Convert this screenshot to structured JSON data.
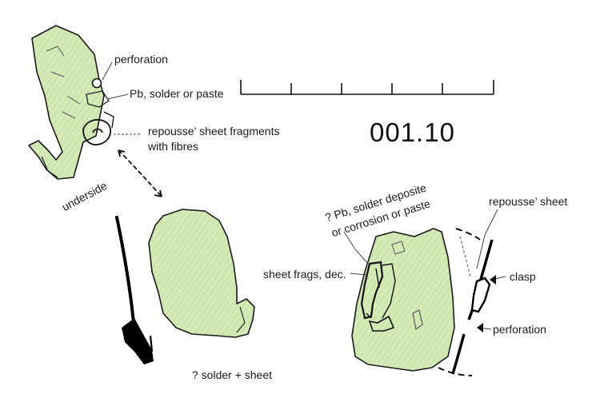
{
  "catalogue_number": "001.10",
  "labels": {
    "perforation_top": "perforation",
    "pb_solder_paste": "Pb, solder or paste",
    "repousse_fragments_line1": "repousse’ sheet fragments",
    "repousse_fragments_line2": "with fibres",
    "underside": "underside",
    "solder_sheet": "? solder + sheet",
    "pb_deposite_line1": "? Pb, solder deposite",
    "pb_deposite_line2": "or corrosion or paste",
    "repousse_sheet": "repousse’ sheet",
    "sheet_frags": "sheet frags, dec.",
    "clasp": "clasp",
    "perforation_bottom": "perforation"
  },
  "scale_bar": {
    "segments": 5
  },
  "colors": {
    "fill": "#cfe6b0",
    "fill_dark": "#a9d08a",
    "ink": "#111111",
    "leader": "#555555"
  }
}
